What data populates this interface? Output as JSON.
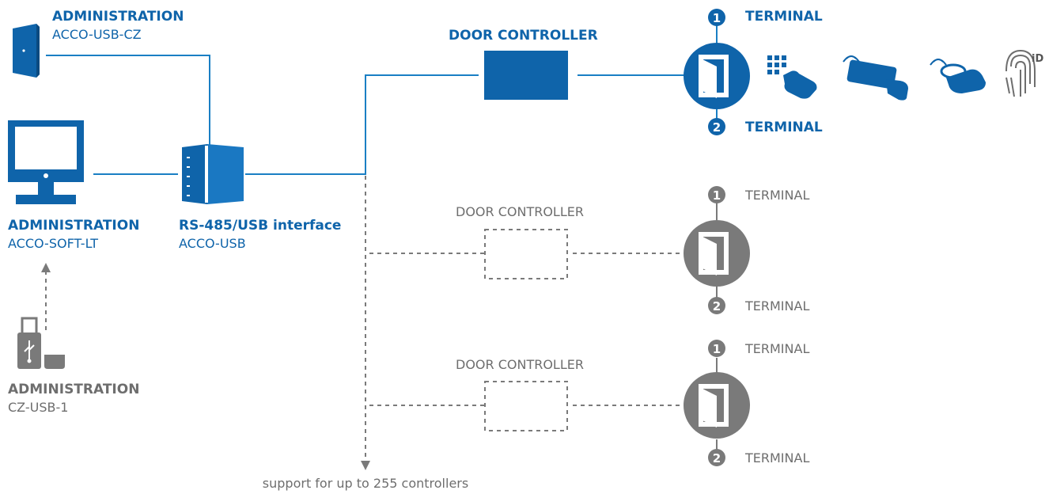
{
  "colors": {
    "blue": "#0f64aa",
    "line_blue": "#1a7fc4",
    "gray": "#7a7a7a"
  },
  "devices": {
    "acco_usb_cz": {
      "title": "ADMINISTRATION",
      "name": "ACCO-USB-CZ",
      "icon": "card-reader-icon"
    },
    "acco_soft_lt": {
      "title": "ADMINISTRATION",
      "name": "ACCO-SOFT-LT",
      "icon": "computer-monitor-icon"
    },
    "cz_usb_1": {
      "title": "ADMINISTRATION",
      "name": "CZ-USB-1",
      "icon": "usb-stick-icon"
    },
    "acco_usb": {
      "title": "RS-485/USB interface",
      "name": "ACCO-USB",
      "icon": "interface-module-icon"
    }
  },
  "controllers": [
    {
      "label": "DOOR CONTROLLER",
      "active": true,
      "terminal_1": {
        "num": "1",
        "label": "TERMINAL"
      },
      "terminal_2": {
        "num": "2",
        "label": "TERMINAL"
      }
    },
    {
      "label": "DOOR CONTROLLER",
      "active": false,
      "terminal_1": {
        "num": "1",
        "label": "TERMINAL"
      },
      "terminal_2": {
        "num": "2",
        "label": "TERMINAL"
      }
    },
    {
      "label": "DOOR CONTROLLER",
      "active": false,
      "terminal_1": {
        "num": "1",
        "label": "TERMINAL"
      },
      "terminal_2": {
        "num": "2",
        "label": "TERMINAL"
      }
    }
  ],
  "auth_methods": {
    "keypad": "keypad-hand-icon",
    "card": "proximity-card-icon",
    "fob": "key-fob-icon",
    "fingerprint": "fingerprint-icon",
    "fingerprint_badge": "iD"
  },
  "footer": {
    "note": "support for up to 255 controllers"
  }
}
